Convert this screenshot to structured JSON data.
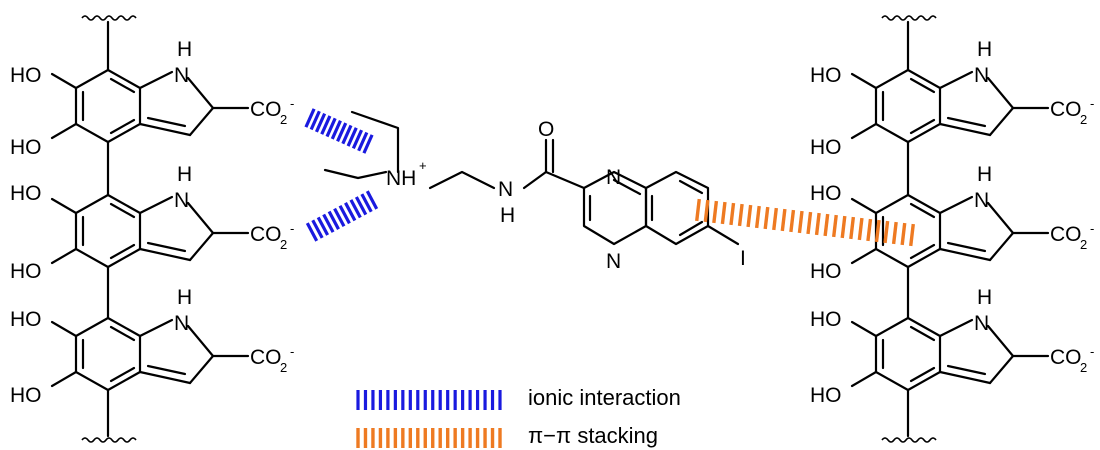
{
  "labels": {
    "ho": "HO",
    "nh_n": "N",
    "nh_h": "H",
    "co2": "CO",
    "co2_sub": "2",
    "co2_sup": "-",
    "o": "O",
    "n": "N",
    "h": "H",
    "i": "I",
    "nh_plus_main": "NH",
    "nh_plus_sup": "+"
  },
  "legend": {
    "ionic": "ionic interaction",
    "stacking": "π−π stacking"
  },
  "colors": {
    "ionic": "#1a1adf",
    "stacking": "#ee7a22",
    "bond": "#000000"
  }
}
